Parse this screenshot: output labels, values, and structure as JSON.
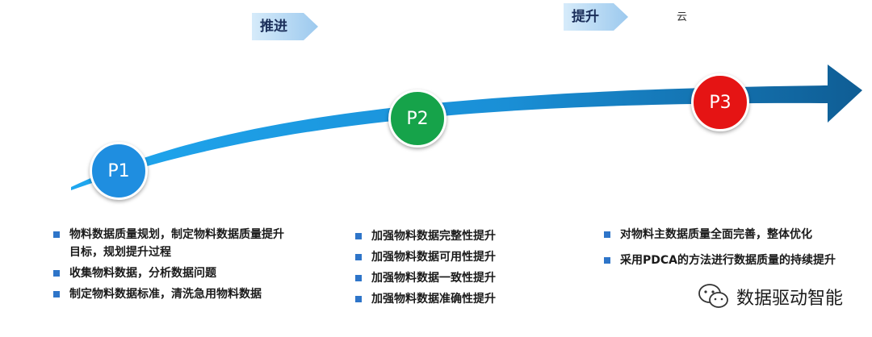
{
  "stages": {
    "p1": {
      "label": "P1",
      "color": "#1f8ee0"
    },
    "p2": {
      "label": "P2",
      "color": "#16a34a"
    },
    "p3": {
      "label": "P3",
      "color": "#e51414"
    }
  },
  "tags": {
    "push": "推进",
    "lift": "提升"
  },
  "corner_mark": "云",
  "columns": {
    "p1": [
      "物料数据质量规划，制定物料数据质量提升目标，规划提升过程",
      "收集物料数据，分析数据问题",
      "制定物料数据标准，清洗急用物料数据"
    ],
    "p2": [
      "加强物料数据完整性提升",
      "加强物料数据可用性提升",
      "加强物料数据一致性提升",
      "加强物料数据准确性提升"
    ],
    "p3": [
      "对物料主数据质量全面完善，整体优化",
      "采用PDCA的方法进行数据质量的持续提升"
    ]
  },
  "watermark": {
    "icon": "wechat-icon",
    "text": "数据驱动智能"
  },
  "colors": {
    "arrow_light": "#4fc3f7",
    "arrow_dark": "#0d4f8a",
    "bullet": "#2e75c9"
  }
}
